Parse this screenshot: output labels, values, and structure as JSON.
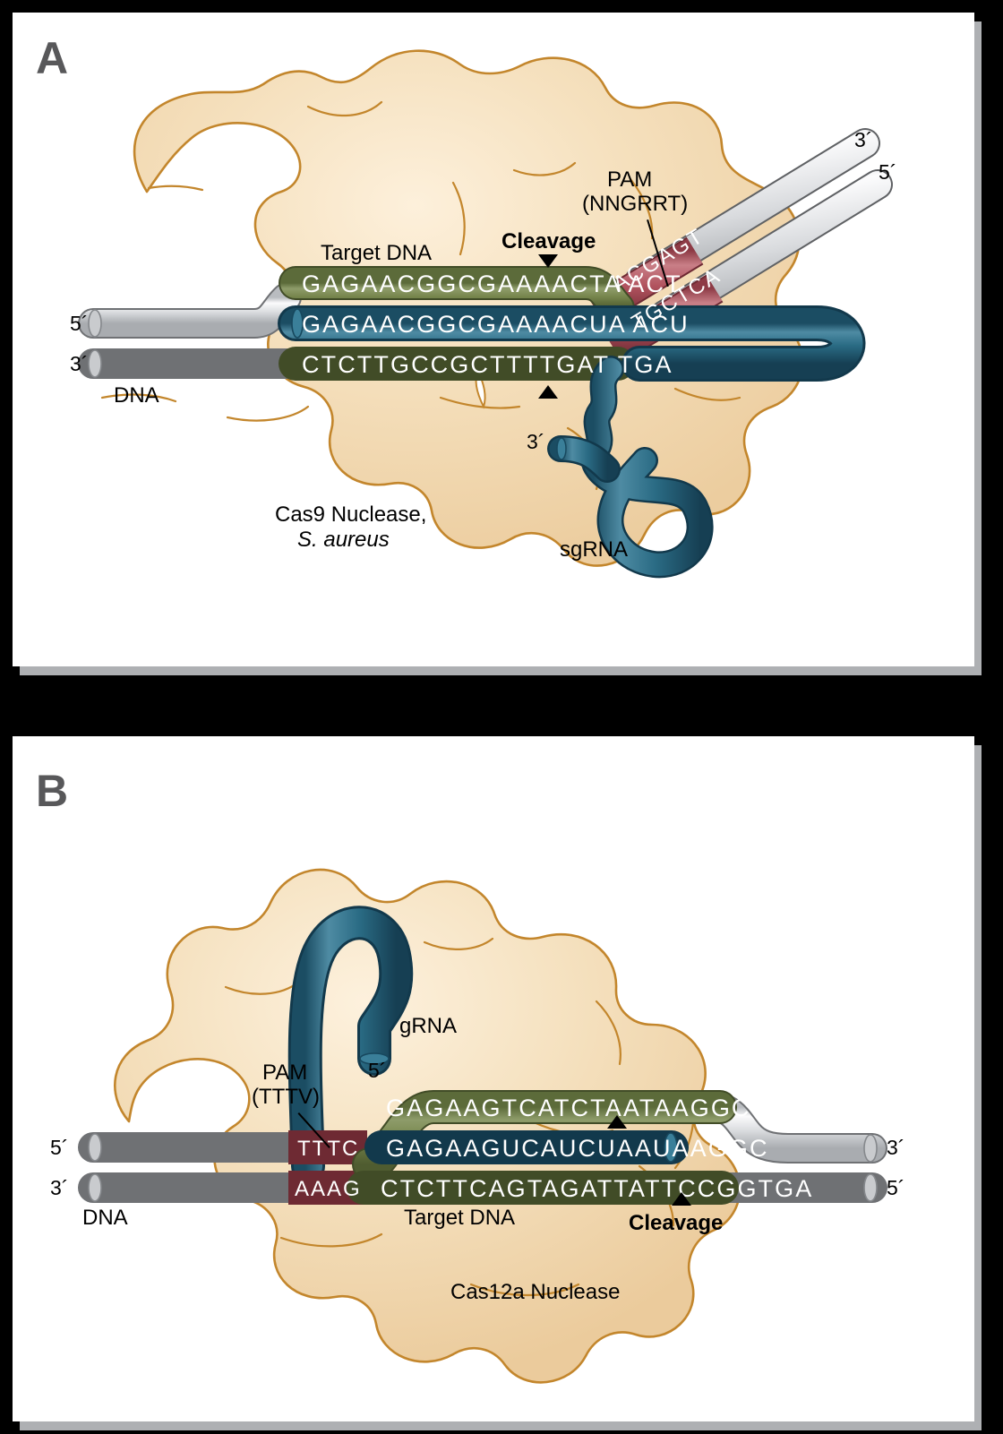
{
  "figure": {
    "background": "#000000",
    "panel_bg": "#ffffff",
    "shadow_color": "#aeb0b3",
    "protein_fill": "#f2dcb6",
    "protein_outline": "#c3862c",
    "dna_green": "#74824b",
    "rna_blue": "#27677f",
    "pam_red": "#b2535f",
    "grey_tube": "#d2d4d6"
  },
  "panel_a": {
    "letter": "A",
    "protein_label_line1": "Cas9 Nuclease,",
    "protein_label_line2": "S. aureus",
    "target_dna_label": "Target DNA",
    "dna_label": "DNA",
    "sgrna_label": "sgRNA",
    "cleavage_label": "Cleavage",
    "pam_label_line1": "PAM",
    "pam_label_line2": "(NNGRRT)",
    "sequences": {
      "top_dna_strand": "GAGAACGGCGAAAACTA ACT",
      "guide_rna_strand": "GAGAACGGCGAAAACUA ACU",
      "bottom_dna_strand": "CTCTTGCCGCTTTTGAT TGA",
      "pam_top": "ACGAGT",
      "pam_bottom": "TGCTCA"
    },
    "primes": {
      "left_top": "5´",
      "left_bottom": "3´",
      "arm_upper": "3´",
      "arm_lower": "5´",
      "sgrna_end": "3´"
    }
  },
  "panel_b": {
    "letter": "B",
    "protein_label": "Cas12a Nuclease",
    "target_dna_label": "Target DNA",
    "dna_label": "DNA",
    "grna_label": "gRNA",
    "cleavage_label": "Cleavage",
    "pam_label_line1": "PAM",
    "pam_label_line2": "(TTTV)",
    "sequences": {
      "top_dna_strand": "GAGAAGTCATCTAATAAGGCCACT",
      "guide_rna_strand": "GAGAAGUCAUCUAAUAAGGC",
      "bottom_dna_strand": "CTCTTCAGTAGATTATTCCGGTGA",
      "pam_top": "TTTC",
      "pam_bottom": "AAAG"
    },
    "primes": {
      "left_top": "5´",
      "left_bottom": "3´",
      "right_top": "3´",
      "right_bottom": "5´",
      "grna_end": "5´"
    }
  }
}
